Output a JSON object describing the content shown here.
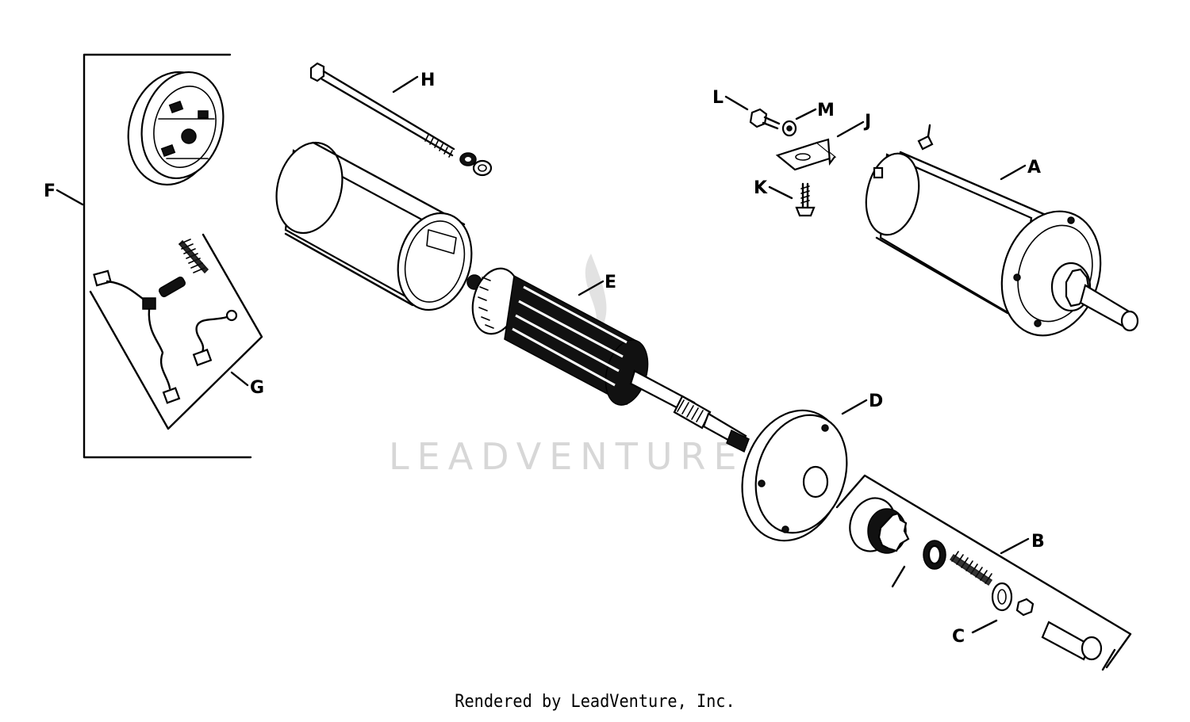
{
  "watermark": "LEADVENTURE",
  "footer": "Rendered by LeadVenture, Inc.",
  "callouts": {
    "A": "A",
    "B": "B",
    "C": "C",
    "D": "D",
    "E": "E",
    "F": "F",
    "G": "G",
    "H": "H",
    "J": "J",
    "K": "K",
    "L": "L",
    "M": "M"
  }
}
